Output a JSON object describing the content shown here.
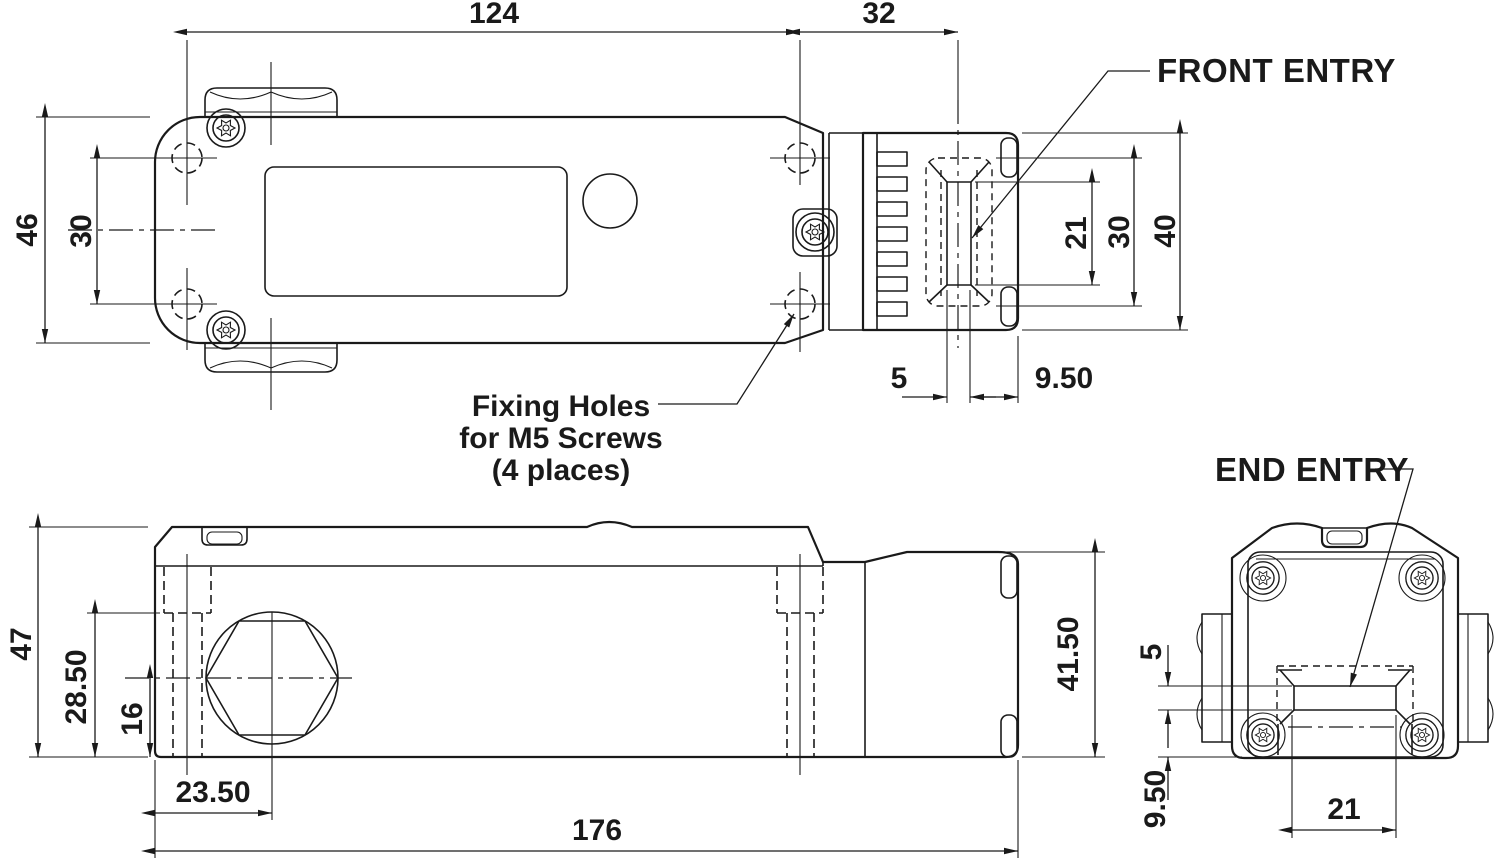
{
  "colors": {
    "ink": "#1a1a1a",
    "background": "#ffffff"
  },
  "callouts": {
    "front_entry": "FRONT ENTRY",
    "end_entry": "END ENTRY",
    "fixing_holes_line1": "Fixing Holes",
    "fixing_holes_line2": "for M5 Screws",
    "fixing_holes_line3": "(4 places)"
  },
  "top_view": {
    "dims": {
      "fixing_hole_spacing_length": "124",
      "body_to_head": "32",
      "body_width": "46",
      "fixing_hole_spacing_width": "30",
      "entry_slot_length": "21",
      "entry_aperture": "30",
      "head_width": "40",
      "entry_slot_width": "5",
      "slot_to_head_face": "9.50"
    }
  },
  "side_view": {
    "dims": {
      "body_height": "47",
      "bore_depth": "28.50",
      "conduit_center_height": "16",
      "conduit_center_offset": "23.50",
      "overall_length": "176",
      "head_height": "41.50"
    }
  },
  "end_view": {
    "dims": {
      "entry_slot_height": "5",
      "slot_to_base": "9.50",
      "entry_slot_width": "21"
    }
  }
}
